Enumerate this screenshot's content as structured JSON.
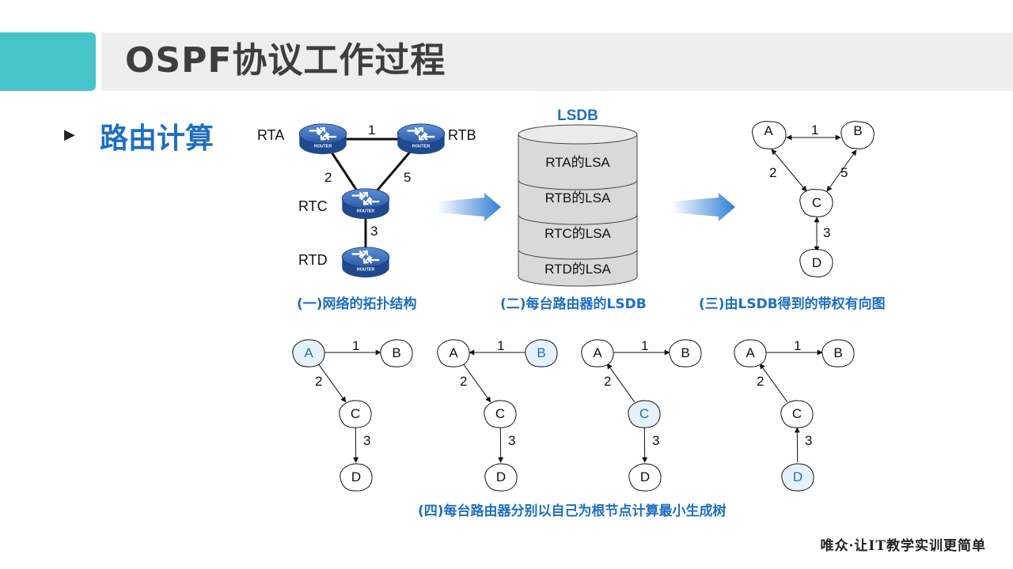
{
  "title": "OSPF协议工作过程",
  "section_heading": "路由计算",
  "bullet": "▶",
  "footer_brand": "唯众·让IT教学实训更简单",
  "topology": {
    "routers": [
      "RTA",
      "RTB",
      "RTC",
      "RTD"
    ],
    "router_badge": "ROUTER",
    "links": [
      {
        "from": "RTA",
        "to": "RTB",
        "cost": "1"
      },
      {
        "from": "RTA",
        "to": "RTC",
        "cost": "2"
      },
      {
        "from": "RTB",
        "to": "RTC",
        "cost": "5"
      },
      {
        "from": "RTC",
        "to": "RTD",
        "cost": "3"
      }
    ],
    "caption": "(一)网络的拓扑结构"
  },
  "lsdb": {
    "title": "LSDB",
    "entries": [
      "RTA的LSA",
      "RTB的LSA",
      "RTC的LSA",
      "RTD的LSA"
    ],
    "caption": "(二)每台路由器的LSDB"
  },
  "graph": {
    "nodes": [
      "A",
      "B",
      "C",
      "D"
    ],
    "edge_weights": {
      "ab": "1",
      "ac": "2",
      "bc": "5",
      "cd": "3"
    },
    "caption": "(三)由LSDB得到的带权有向图"
  },
  "spf_trees": {
    "roots": [
      "A",
      "B",
      "C",
      "D"
    ],
    "caption": "(四)每台路由器分别以自己为根节点计算最小生成树"
  },
  "colors": {
    "accent": "#47c4c9",
    "heading_blue": "#1e6fc0",
    "root_fill": "#e6f2fb",
    "router_blue": "#2a5aa8"
  }
}
